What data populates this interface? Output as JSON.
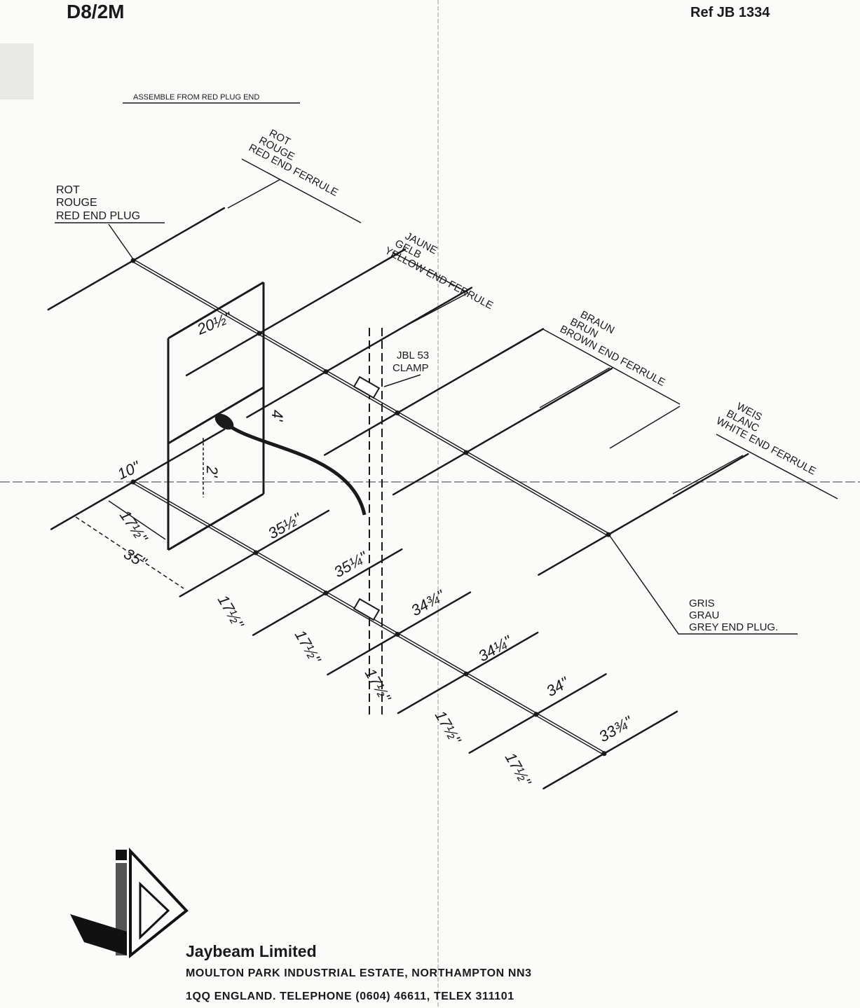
{
  "header": {
    "model": "D8/2M",
    "ref": "Ref  JB 1334"
  },
  "instruction": "ASSEMBLE FROM RED PLUG END",
  "labels": {
    "red_ferrule": [
      "ROT",
      "ROUGE",
      "RED END FERRULE"
    ],
    "yellow_ferrule": [
      "JAUNE",
      "GELB",
      "YELLOW END FERRULE"
    ],
    "brown_ferrule": [
      "BRAUN",
      "BRUN",
      "BROWN END FERRULE"
    ],
    "white_ferrule": [
      "WEIS",
      "BLANC",
      "WHITE END FERRULE"
    ],
    "red_plug": [
      "ROT",
      "ROUGE",
      "RED  END  PLUG"
    ],
    "grey_plug": [
      "GRIS",
      "GRAU",
      "GREY  END  PLUG."
    ],
    "clamp": [
      "JBL 53",
      "CLAMP"
    ]
  },
  "dimensions": {
    "frame_width": "20½\"",
    "frame_height": "4'",
    "feed_height": "2'",
    "reflector_offset": "10\"",
    "first_spacing": "17½\"",
    "reflector_length": "35\"",
    "element_lengths": [
      "35½\"",
      "35¼\"",
      "34¾\"",
      "34¼\"",
      "34\"",
      "33¾\""
    ],
    "spacings": [
      "17½\"",
      "17½\"",
      "17½\"",
      "17½\"",
      "17½\""
    ]
  },
  "company": {
    "name": "Jaybeam Limited",
    "address_1": "MOULTON PARK INDUSTRIAL ESTATE, NORTHAMPTON NN3",
    "address_2": "1QQ ENGLAND. TELEPHONE (0604)  46611, TELEX 311101"
  },
  "colors": {
    "ink": "#1a1a1a",
    "paper": "#fbfbf9",
    "crease": "#8a8a8a"
  }
}
